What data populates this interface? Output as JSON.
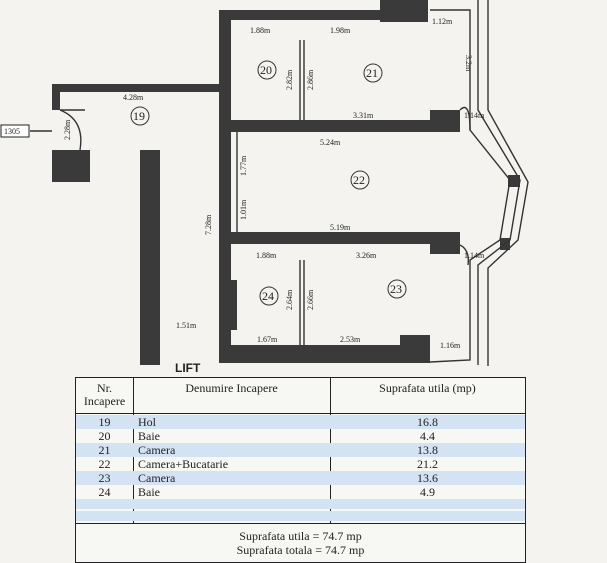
{
  "plan": {
    "dims": [
      "1.88m",
      "1.98m",
      "1.12m",
      "2.82m",
      "2.86m",
      "3.2m",
      "4.28m",
      "2.28m",
      "3.31m",
      "1.14m",
      "5.24m",
      "1.77m",
      "7.28m",
      "1.01m",
      "5.19m",
      "1.88m",
      "3.26m",
      "1.14m",
      "2.64m",
      "2.66m",
      "1.51m",
      "1.67m",
      "2.53m",
      "1.16m"
    ],
    "rooms": [
      "19",
      "20",
      "21",
      "22",
      "23",
      "24"
    ],
    "entry_tag": "1305",
    "lift_label": "LIFT"
  },
  "table": {
    "headers": {
      "nr": "Nr. Incapere",
      "name": "Denumire Incapere",
      "area": "Suprafata utila (mp)"
    },
    "rows": [
      {
        "nr": "19",
        "name": "Hol",
        "area": "16.8"
      },
      {
        "nr": "20",
        "name": "Baie",
        "area": "4.4"
      },
      {
        "nr": "21",
        "name": "Camera",
        "area": "13.8"
      },
      {
        "nr": "22",
        "name": "Camera+Bucatarie",
        "area": "21.2"
      },
      {
        "nr": "23",
        "name": "Camera",
        "area": "13.6"
      },
      {
        "nr": "24",
        "name": "Baie",
        "area": "4.9"
      }
    ],
    "total_useful": "Suprafata utila = 74.7 mp",
    "total_overall": "Suprafata totala = 74.7 mp"
  }
}
